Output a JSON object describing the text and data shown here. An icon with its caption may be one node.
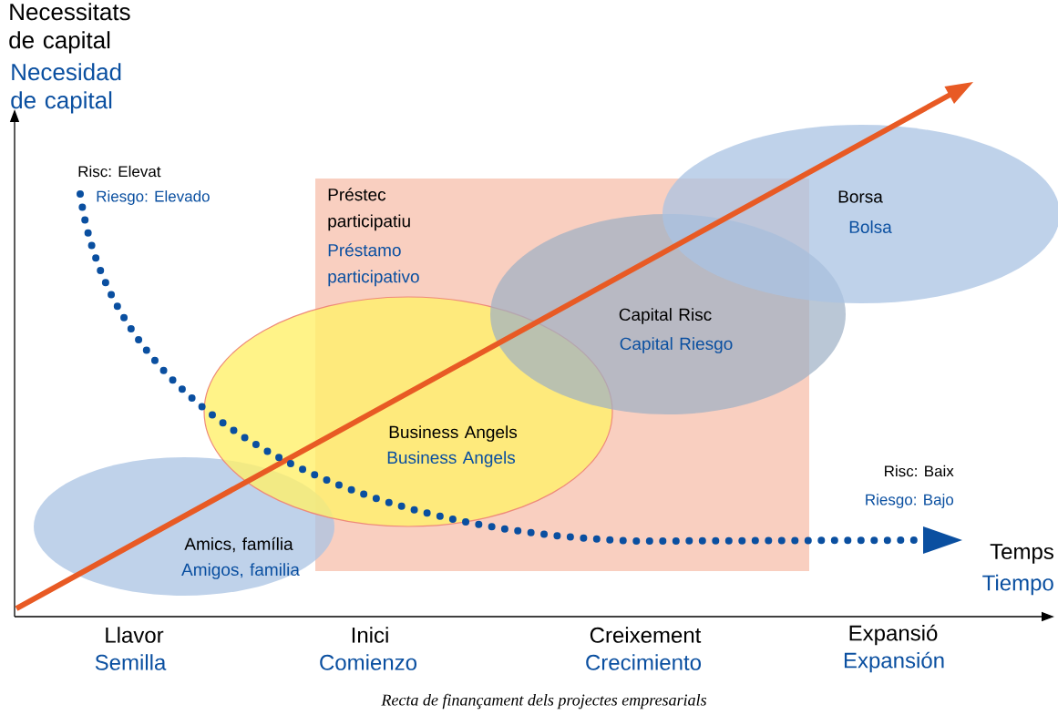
{
  "diagram": {
    "caption": "Recta de finançament dels projectes empresarials",
    "nodes": [
      {
        "text": [
          "Préstec participatiu",
          "Préstamo participativo"
        ]
      },
      {
        "text": [
          "Amics, família",
          "Amigos, familia"
        ]
      },
      {
        "text": [
          "Business Angels",
          "Business Angels"
        ]
      },
      {
        "text": [
          "Capital Risc",
          "Capital Riesgo"
        ]
      },
      {
        "text": [
          "Borsa",
          "Bolsa"
        ]
      }
    ],
    "labels": [
      "Necessitats de capital",
      "Necesidad de capital",
      "Risc: Elevat",
      "Riesgo: Elevado",
      "Risc: Baix",
      "Riesgo: Bajo",
      "Temps",
      "Tiempo",
      "Llavor",
      "Semilla",
      "Inici",
      "Comienzo",
      "Creixement",
      "Crecimiento",
      "Expansió",
      "Expansión"
    ]
  }
}
